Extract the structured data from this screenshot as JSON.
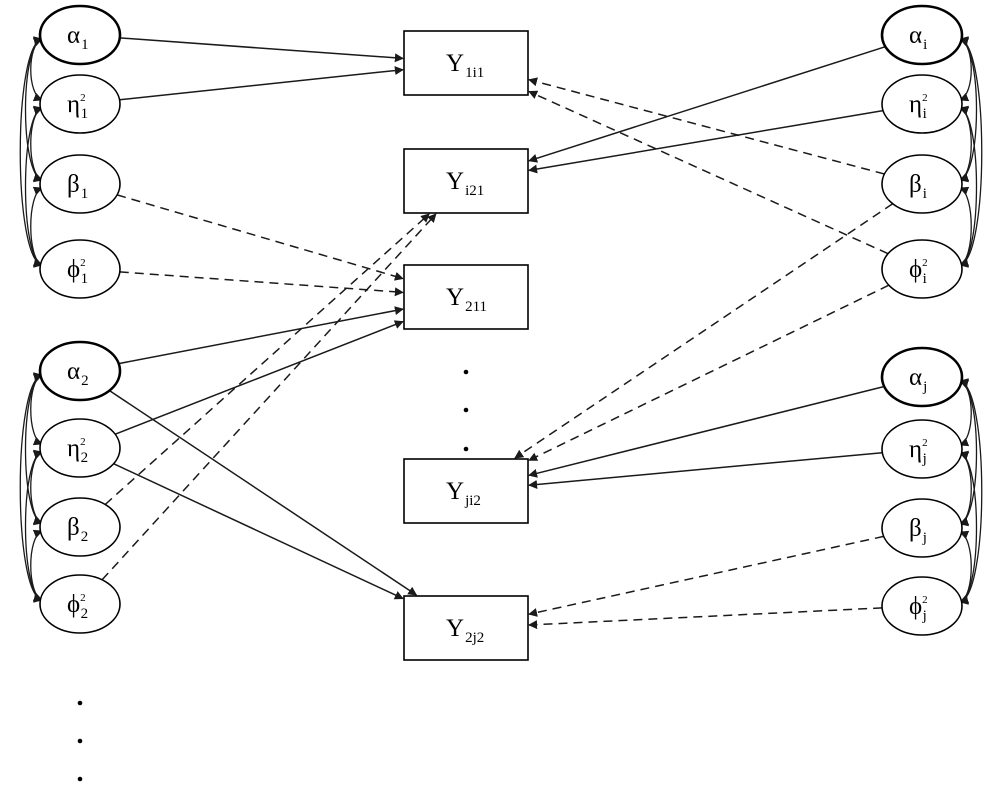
{
  "nodes": [
    {
      "id": "alpha1",
      "type": "latent",
      "base": "α",
      "sub": "1",
      "sup": "",
      "emphasis": true
    },
    {
      "id": "eta1",
      "type": "latent",
      "base": "η",
      "sub": "1",
      "sup": "2",
      "emphasis": false
    },
    {
      "id": "beta1",
      "type": "latent",
      "base": "β",
      "sub": "1",
      "sup": "",
      "emphasis": false
    },
    {
      "id": "phi1",
      "type": "latent",
      "base": "ϕ",
      "sub": "1",
      "sup": "2",
      "emphasis": false
    },
    {
      "id": "alpha2",
      "type": "latent",
      "base": "α",
      "sub": "2",
      "sup": "",
      "emphasis": true
    },
    {
      "id": "eta2",
      "type": "latent",
      "base": "η",
      "sub": "2",
      "sup": "2",
      "emphasis": false
    },
    {
      "id": "beta2",
      "type": "latent",
      "base": "β",
      "sub": "2",
      "sup": "",
      "emphasis": false
    },
    {
      "id": "phi2",
      "type": "latent",
      "base": "ϕ",
      "sub": "2",
      "sup": "2",
      "emphasis": false
    },
    {
      "id": "alphai",
      "type": "latent",
      "base": "α",
      "sub": "i",
      "sup": "",
      "emphasis": true
    },
    {
      "id": "etai",
      "type": "latent",
      "base": "η",
      "sub": "i",
      "sup": "2",
      "emphasis": false
    },
    {
      "id": "betai",
      "type": "latent",
      "base": "β",
      "sub": "i",
      "sup": "",
      "emphasis": false
    },
    {
      "id": "phii",
      "type": "latent",
      "base": "ϕ",
      "sub": "i",
      "sup": "2",
      "emphasis": false
    },
    {
      "id": "alphaj",
      "type": "latent",
      "base": "α",
      "sub": "j",
      "sup": "",
      "emphasis": true
    },
    {
      "id": "etaj",
      "type": "latent",
      "base": "η",
      "sub": "j",
      "sup": "2",
      "emphasis": false
    },
    {
      "id": "betaj",
      "type": "latent",
      "base": "β",
      "sub": "j",
      "sup": "",
      "emphasis": false
    },
    {
      "id": "phij",
      "type": "latent",
      "base": "ϕ",
      "sub": "j",
      "sup": "2",
      "emphasis": false
    },
    {
      "id": "Y1i1",
      "type": "observed",
      "base": "Y",
      "sub": "1i1",
      "sup": "",
      "emphasis": false
    },
    {
      "id": "Yi21",
      "type": "observed",
      "base": "Y",
      "sub": "i21",
      "sup": "",
      "emphasis": false
    },
    {
      "id": "Y211",
      "type": "observed",
      "base": "Y",
      "sub": "211",
      "sup": "",
      "emphasis": false
    },
    {
      "id": "Yji2",
      "type": "observed",
      "base": "Y",
      "sub": "ji2",
      "sup": "",
      "emphasis": false
    },
    {
      "id": "Y2j2",
      "type": "observed",
      "base": "Y",
      "sub": "2j2",
      "sup": "",
      "emphasis": false
    }
  ],
  "edges": [
    {
      "from": "alpha1",
      "to": "Y1i1",
      "style": "solid"
    },
    {
      "from": "eta1",
      "to": "Y1i1",
      "style": "solid"
    },
    {
      "from": "beta1",
      "to": "Y211",
      "style": "dashed"
    },
    {
      "from": "phi1",
      "to": "Y211",
      "style": "dashed"
    },
    {
      "from": "alpha2",
      "to": "Y211",
      "style": "solid"
    },
    {
      "from": "eta2",
      "to": "Y211",
      "style": "solid"
    },
    {
      "from": "alpha2",
      "to": "Y2j2",
      "style": "solid"
    },
    {
      "from": "eta2",
      "to": "Y2j2",
      "style": "solid"
    },
    {
      "from": "beta2",
      "to": "Yi21",
      "style": "dashed"
    },
    {
      "from": "phi2",
      "to": "Yi21",
      "style": "dashed"
    },
    {
      "from": "alphai",
      "to": "Yi21",
      "style": "solid"
    },
    {
      "from": "etai",
      "to": "Yi21",
      "style": "solid"
    },
    {
      "from": "betai",
      "to": "Y1i1",
      "style": "dashed"
    },
    {
      "from": "phii",
      "to": "Y1i1",
      "style": "dashed"
    },
    {
      "from": "betai",
      "to": "Yji2",
      "style": "dashed"
    },
    {
      "from": "phii",
      "to": "Yji2",
      "style": "dashed"
    },
    {
      "from": "alphaj",
      "to": "Yji2",
      "style": "solid"
    },
    {
      "from": "etaj",
      "to": "Yji2",
      "style": "solid"
    },
    {
      "from": "betaj",
      "to": "Y2j2",
      "style": "dashed"
    },
    {
      "from": "phij",
      "to": "Y2j2",
      "style": "dashed"
    }
  ],
  "covariance_groups": [
    {
      "side": "left",
      "members": [
        "alpha1",
        "eta1",
        "beta1",
        "phi1"
      ]
    },
    {
      "side": "left",
      "members": [
        "alpha2",
        "eta2",
        "beta2",
        "phi2"
      ]
    },
    {
      "side": "right",
      "members": [
        "alphai",
        "etai",
        "betai",
        "phii"
      ]
    },
    {
      "side": "right",
      "members": [
        "alphaj",
        "etaj",
        "betaj",
        "phij"
      ]
    }
  ],
  "ellipsis_marks": [
    {
      "id": "center-ellipsis",
      "dots": 3
    },
    {
      "id": "bottom-left-ellipsis",
      "dots": 3
    }
  ]
}
